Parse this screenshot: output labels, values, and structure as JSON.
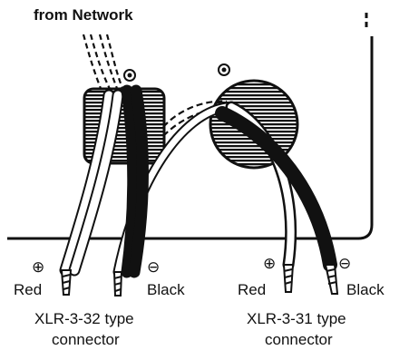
{
  "title": "from Network",
  "left_connector": {
    "plus_symbol": "⊕",
    "minus_symbol": "⊖",
    "plus_label": "Red",
    "minus_label": "Black",
    "caption_line1": "XLR-3-32 type",
    "caption_line2": "connector"
  },
  "right_connector": {
    "plus_symbol": "⊕",
    "minus_symbol": "⊖",
    "plus_label": "Red",
    "minus_label": "Black",
    "caption_line1": "XLR-3-31 type",
    "caption_line2": "connector"
  },
  "colors": {
    "ink": "#111111",
    "paper": "#ffffff"
  }
}
